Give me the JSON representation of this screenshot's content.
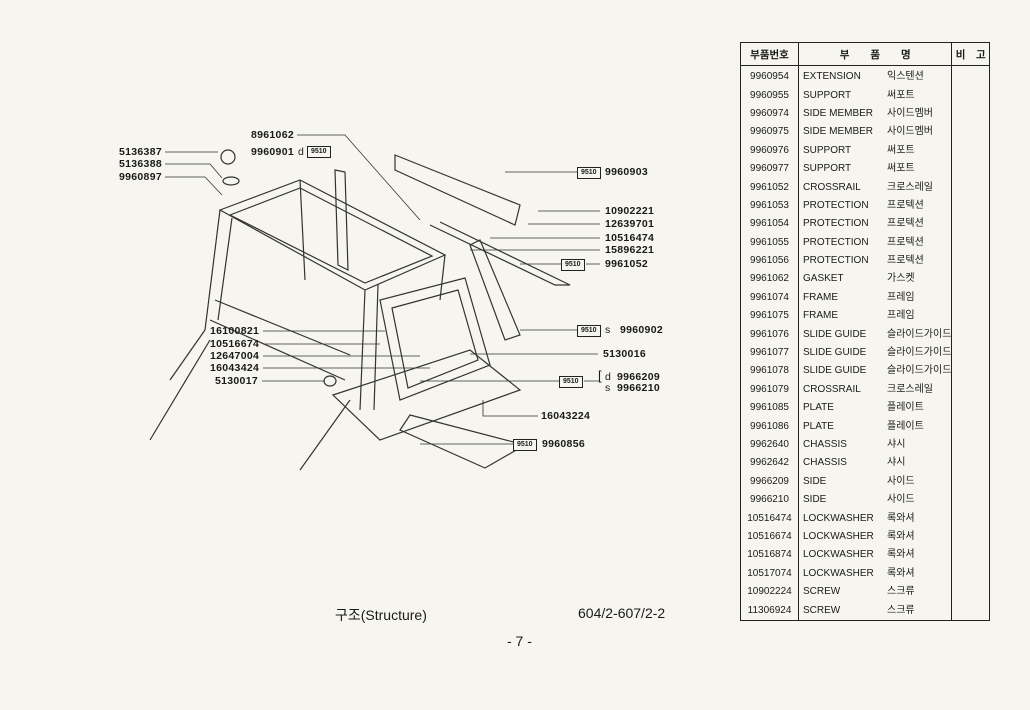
{
  "diagram": {
    "labels_left": [
      "5136387",
      "5136388",
      "9960897"
    ],
    "labels_top": [
      "8961062",
      "9960901"
    ],
    "top_suffix": "d",
    "group_code": "9510",
    "labels_right_top": [
      "9960903",
      "10902221",
      "12639701",
      "10516474",
      "15896221",
      "9961052"
    ],
    "labels_mid_left": [
      "16100821",
      "10516674",
      "12647004",
      "16043424",
      "5130017"
    ],
    "label_9960902": "9960902",
    "label_5130016": "5130016",
    "label_9966209": "9966209",
    "label_9966210": "9966210",
    "label_16043224": "16043224",
    "label_9960856": "9960856",
    "suffix_s": "s",
    "suffix_d": "d"
  },
  "footer": {
    "caption": "구조(Structure)",
    "model": "604/2-607/2-2",
    "page": "- 7 -"
  },
  "table": {
    "headers": [
      "부품번호",
      "부　　품　　명",
      "비　고"
    ],
    "rows": [
      [
        "9960954",
        "EXTENSION",
        "익스텐션"
      ],
      [
        "9960955",
        "SUPPORT",
        "써포트"
      ],
      [
        "9960974",
        "SIDE MEMBER",
        "사이드멤버"
      ],
      [
        "9960975",
        "SIDE MEMBER",
        "사이드멤버"
      ],
      [
        "9960976",
        "SUPPORT",
        "써포트"
      ],
      [
        "9960977",
        "SUPPORT",
        "써포트"
      ],
      [
        "9961052",
        "CROSSRAIL",
        "크로스레일"
      ],
      [
        "9961053",
        "PROTECTION",
        "프로텍션"
      ],
      [
        "9961054",
        "PROTECTION",
        "프로텍션"
      ],
      [
        "9961055",
        "PROTECTION",
        "프로텍션"
      ],
      [
        "9961056",
        "PROTECTION",
        "프로텍션"
      ],
      [
        "9961062",
        "GASKET",
        "가스켓"
      ],
      [
        "9961074",
        "FRAME",
        "프레임"
      ],
      [
        "9961075",
        "FRAME",
        "프레임"
      ],
      [
        "9961076",
        "SLIDE GUIDE",
        "슬라이드가이드"
      ],
      [
        "9961077",
        "SLIDE GUIDE",
        "슬라이드가이드"
      ],
      [
        "9961078",
        "SLIDE GUIDE",
        "슬라이드가이드"
      ],
      [
        "9961079",
        "CROSSRAIL",
        "크로스레일"
      ],
      [
        "9961085",
        "PLATE",
        "플레이트"
      ],
      [
        "9961086",
        "PLATE",
        "플레이트"
      ],
      [
        "9962640",
        "CHASSIS",
        "샤시"
      ],
      [
        "9962642",
        "CHASSIS",
        "샤시"
      ],
      [
        "9966209",
        "SIDE",
        "사이드"
      ],
      [
        "9966210",
        "SIDE",
        "사이드"
      ],
      [
        "10516474",
        "LOCKWASHER",
        "록와셔"
      ],
      [
        "10516674",
        "LOCKWASHER",
        "록와셔"
      ],
      [
        "10516874",
        "LOCKWASHER",
        "록와셔"
      ],
      [
        "10517074",
        "LOCKWASHER",
        "록와셔"
      ],
      [
        "10902224",
        "SCREW",
        "스크류"
      ],
      [
        "11306924",
        "SCREW",
        "스크류"
      ]
    ]
  }
}
